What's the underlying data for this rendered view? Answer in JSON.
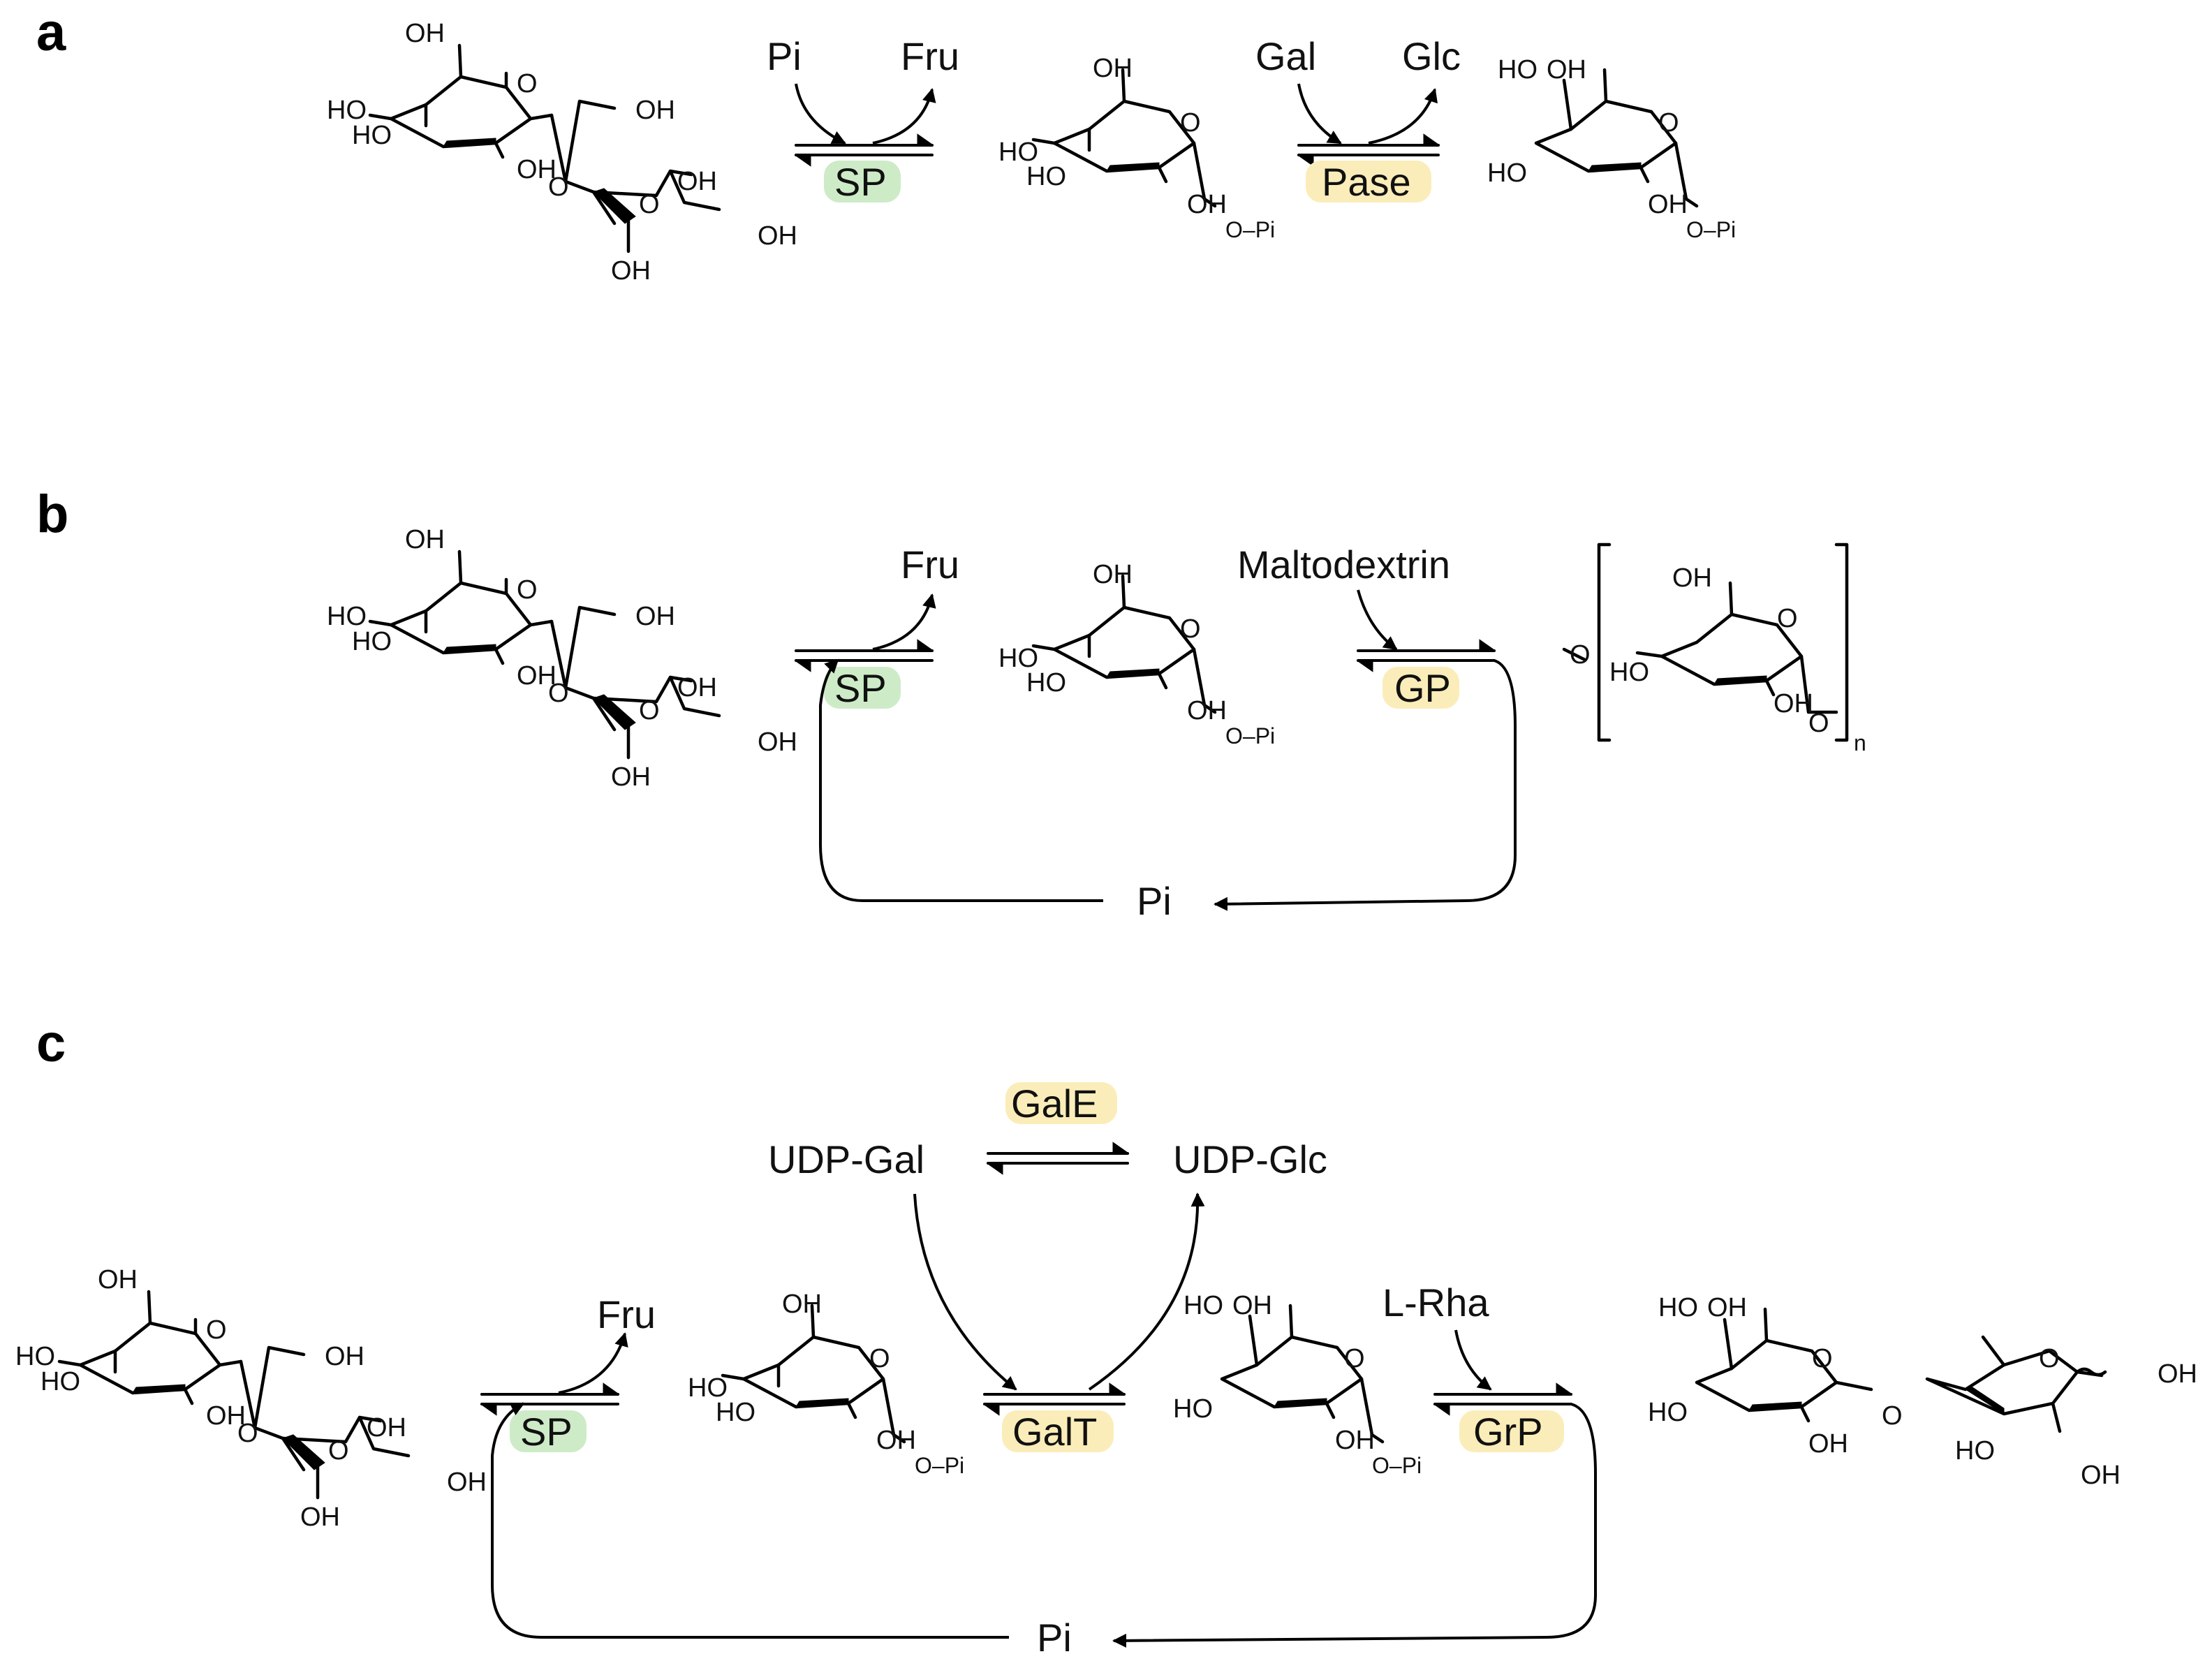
{
  "panels": [
    "a",
    "b",
    "c"
  ],
  "colors": {
    "sp_box": "#cdebc7",
    "enzyme_box": "#fbedb9",
    "ink": "#000000"
  },
  "atoms": {
    "oh": "OH",
    "ho": "HO",
    "o": "O",
    "opi": "O–Pi",
    "n": "n"
  },
  "a": {
    "pi": "Pi",
    "fru": "Fru",
    "gal": "Gal",
    "glc": "Glc",
    "sp": "SP",
    "pase": "Pase"
  },
  "b": {
    "fru": "Fru",
    "maltodextrin": "Maltodextrin",
    "sp": "SP",
    "gp": "GP",
    "pi": "Pi"
  },
  "c": {
    "galE": "GalE",
    "udp_gal": "UDP-Gal",
    "udp_glc": "UDP-Glc",
    "fru": "Fru",
    "sp": "SP",
    "galT": "GalT",
    "rha": "L-Rha",
    "grp": "GrP",
    "pi": "Pi"
  }
}
